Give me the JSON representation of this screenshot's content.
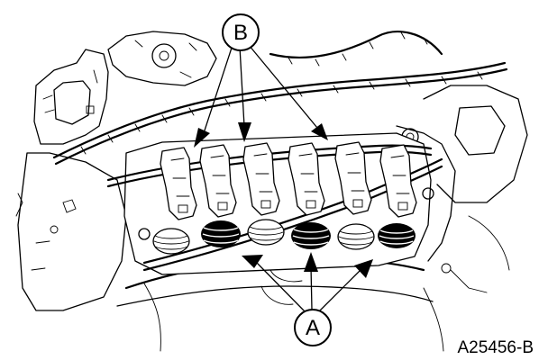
{
  "callouts": {
    "a": "A",
    "b": "B"
  },
  "figure_id": "A25456-B"
}
